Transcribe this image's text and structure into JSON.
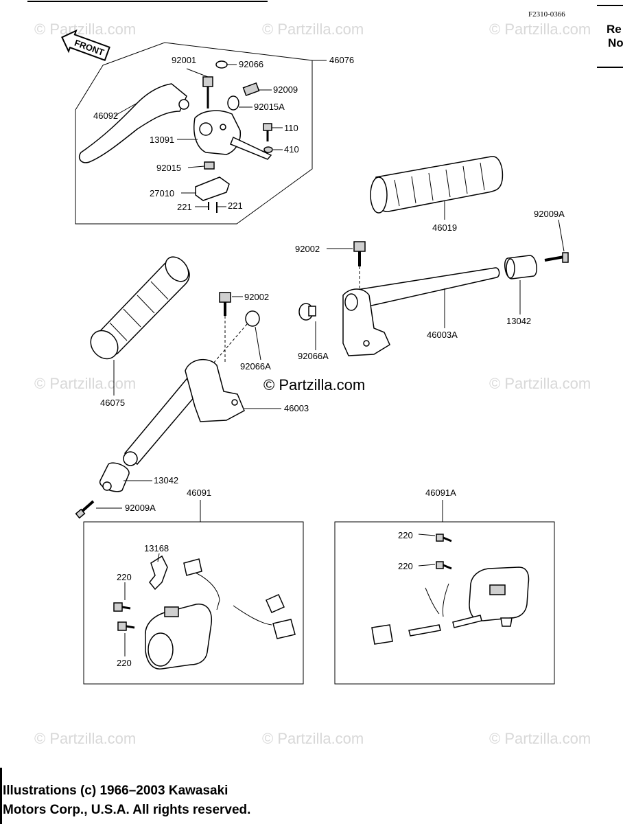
{
  "figure_code": "F2310-0366",
  "side_text": [
    "Re",
    "No"
  ],
  "front_arrow": "FRONT",
  "watermark": "© Partzilla.com",
  "watermark_main": "© Partzilla.com",
  "copyright": [
    "Illustrations (c) 1966–2003 Kawasaki",
    "Motors Corp., U.S.A.  All rights reserved."
  ],
  "parts": {
    "p46076": "46076",
    "p92001": "92001",
    "p92066": "92066",
    "p92009": "92009",
    "p92015A": "92015A",
    "p46092": "46092",
    "p110": "110",
    "p13091": "13091",
    "p410": "410",
    "p92015": "92015",
    "p27010": "27010",
    "p221a": "221",
    "p221b": "221",
    "p46019": "46019",
    "p92009A_top": "92009A",
    "p92002_top": "92002",
    "p92002_mid": "92002",
    "p13042_right": "13042",
    "p46003A": "46003A",
    "p92066A_right": "92066A",
    "p92066A_left": "92066A",
    "p46075": "46075",
    "p46003": "46003",
    "p13042_left": "13042",
    "p92009A_bottom": "92009A",
    "p46091": "46091",
    "p46091A": "46091A",
    "p13168": "13168",
    "p220_l1": "220",
    "p220_l2": "220",
    "p220_r1": "220",
    "p220_r2": "220"
  }
}
